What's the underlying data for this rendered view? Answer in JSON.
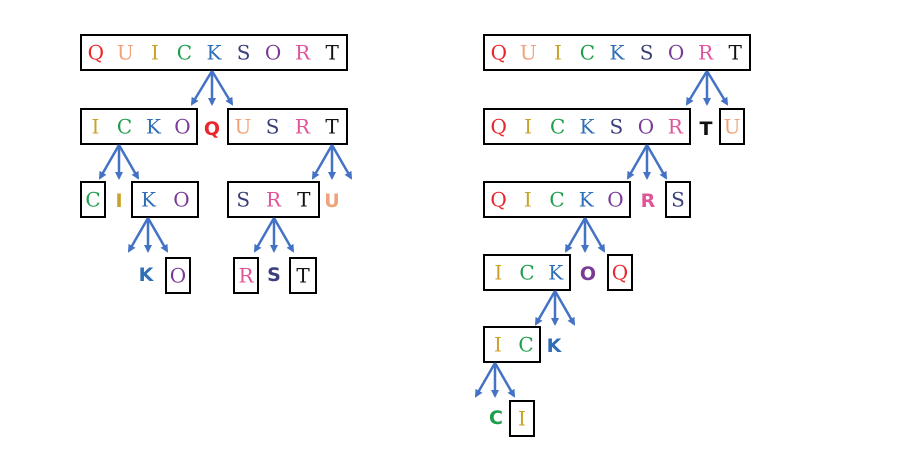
{
  "colors": {
    "Q": "#E8262B",
    "U": "#F1A27A",
    "I": "#C9A227",
    "C": "#1E9E4A",
    "K": "#2F6FB5",
    "S": "#3B3F7A",
    "O": "#7A3B96",
    "R": "#E0549A",
    "T": "#111111",
    "arrow": "#4472C4"
  },
  "left_tree": {
    "root": "QUICKSORT",
    "level1": {
      "left": "ICKO",
      "pivot": "Q",
      "right": "USRT"
    },
    "level2_left": {
      "left": "C",
      "pivot": "I",
      "right": "KO"
    },
    "level2_right": {
      "left": "SRT",
      "pivot": "U"
    },
    "level3_left": {
      "pivot": "K",
      "right": "O"
    },
    "level3_right": {
      "left": "R",
      "pivot": "S",
      "right": "T"
    }
  },
  "right_tree": {
    "root": "QUICKSORT",
    "level1": {
      "left": "QICKSOR",
      "pivot": "T",
      "right": "U"
    },
    "level2": {
      "left": "QICKO",
      "pivot": "R",
      "right": "S"
    },
    "level3": {
      "left": "ICK",
      "pivot": "O",
      "right": "Q"
    },
    "level4": {
      "left": "IC",
      "pivot": "K"
    },
    "level5": {
      "pivot": "C",
      "right": "I"
    }
  }
}
